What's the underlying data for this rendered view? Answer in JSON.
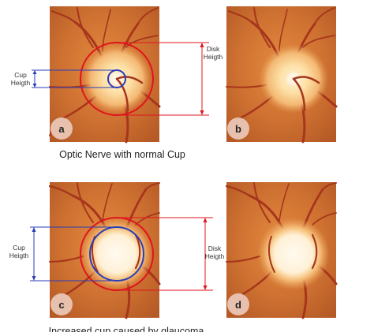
{
  "panels": [
    {
      "letter": "a"
    },
    {
      "letter": "b"
    },
    {
      "letter": "c"
    },
    {
      "letter": "d"
    }
  ],
  "labels": {
    "cup_line1": "Cup",
    "cup_line2": "Heigth",
    "disk_line1": "Disk",
    "disk_line2": "Heigth"
  },
  "captions": {
    "top": "Optic Nerve with normal Cup",
    "bottom": "Increased cup caused by glaucoma"
  },
  "colors": {
    "disk_ring": "#e0141e",
    "cup_ring": "#2a3db8",
    "badge_fill": "#e8c0ae",
    "retina": "#c8692c",
    "vessel": "#a6361c"
  }
}
